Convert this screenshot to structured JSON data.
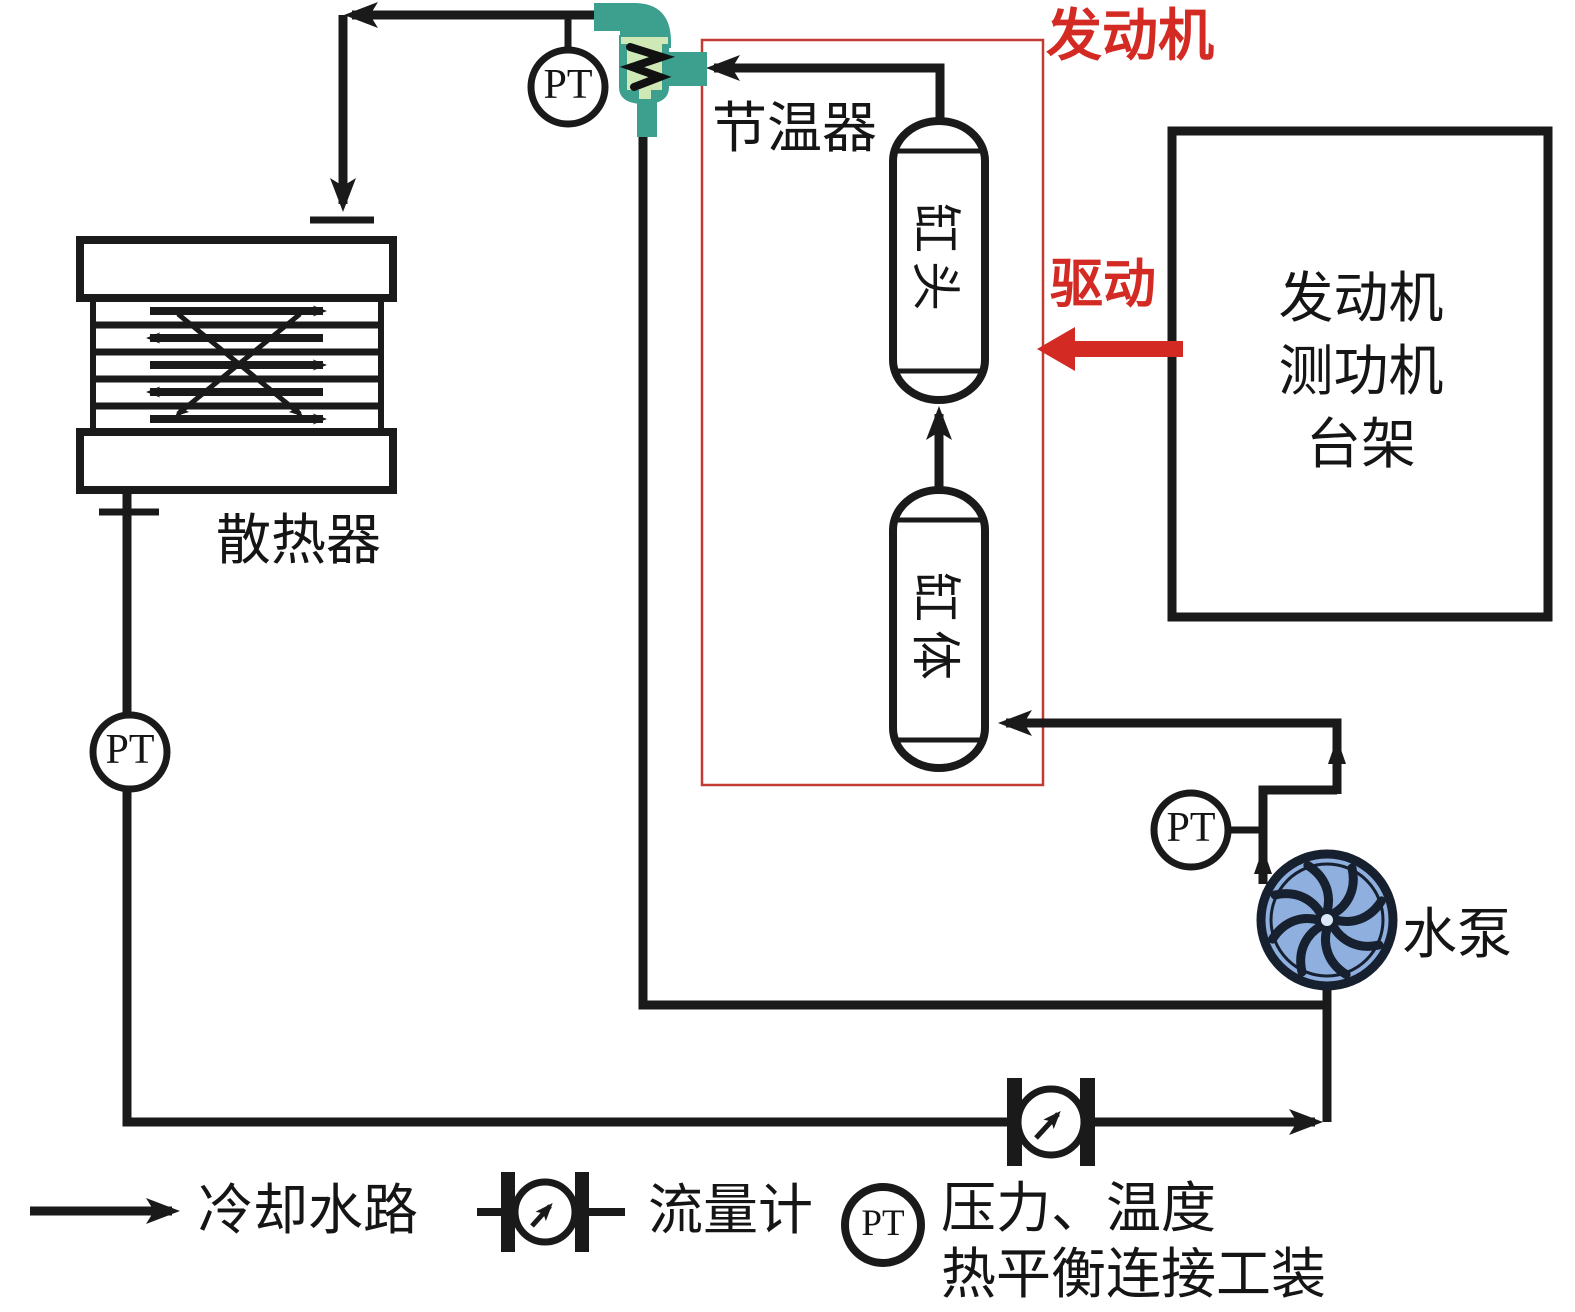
{
  "figure": {
    "type": "engine-cooling-system-test-bench-schematic"
  },
  "colors": {
    "line": "#1a1a1a",
    "accent_red": "#d42a24",
    "engine_box_red": "#c23b33",
    "thermostat_teal": "#3d9f8e",
    "thermostat_light_green": "#cfe9b6",
    "pump_fill": "#8fafdf",
    "pump_dark": "#16202f"
  },
  "components": {
    "thermostat_label": "节温器",
    "radiator_label": "散热器",
    "engine_label": "发动机",
    "drive_label": "驱动",
    "cylinder_head_label": "缸头",
    "cylinder_block_label": "缸体",
    "pump_label": "水泵",
    "pt_label": "PT",
    "dyno_box": {
      "line1": "发动机",
      "line2": "测功机",
      "line3": "台架"
    }
  },
  "legend": {
    "cooling_water_path": "冷却水路",
    "flow_meter": "流量计",
    "pt_desc_line1": "压力、温度",
    "pt_desc_line2": "热平衡连接工装"
  }
}
